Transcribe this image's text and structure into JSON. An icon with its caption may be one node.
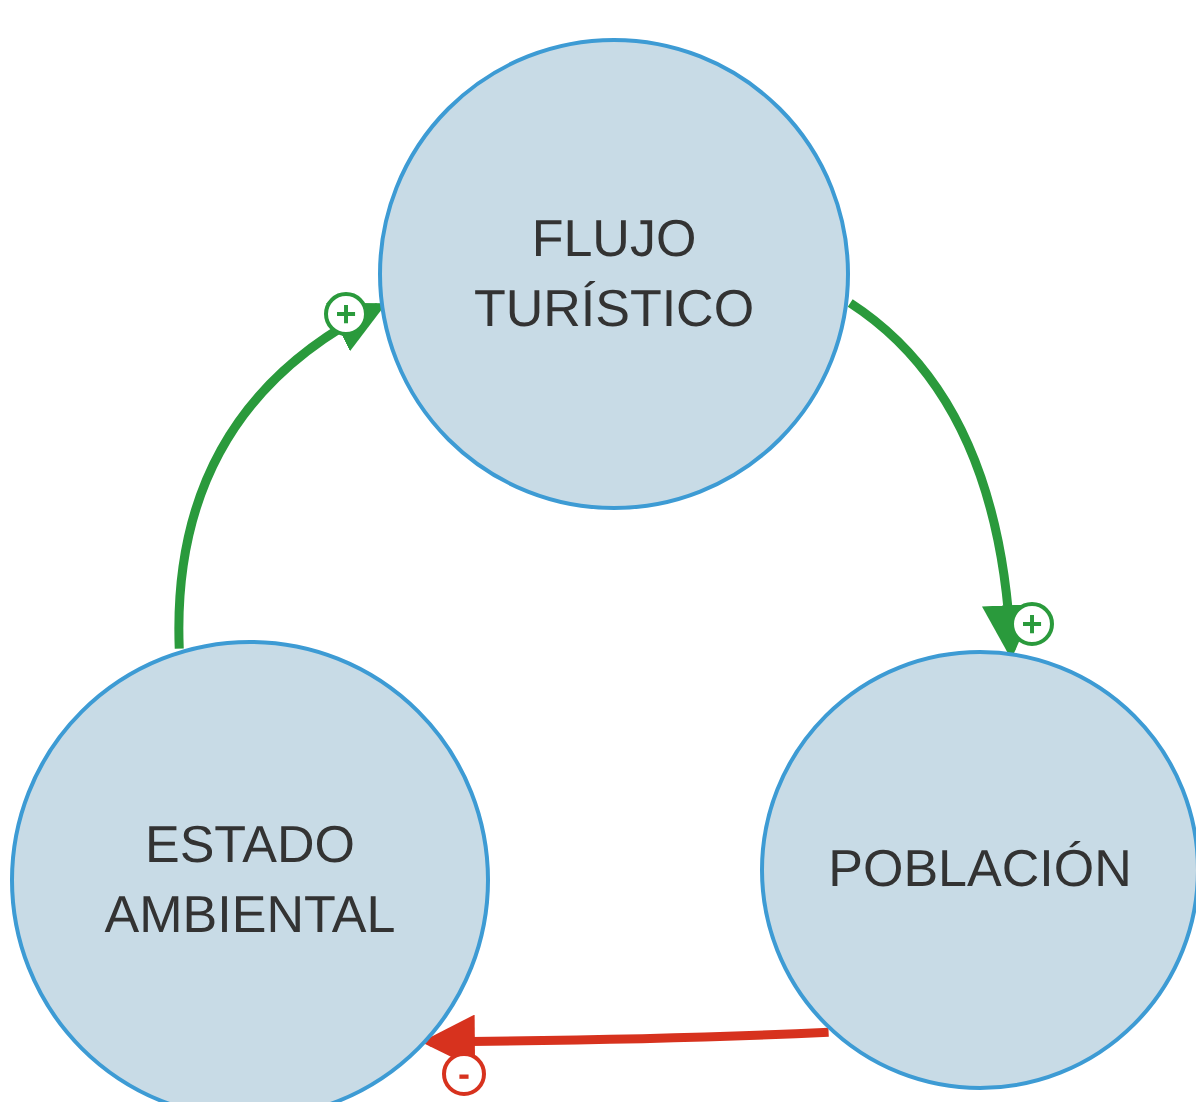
{
  "diagram": {
    "nodes": [
      {
        "text": [
          "FLUJO TURÍSTICO"
        ]
      },
      {
        "text": [
          "ESTADO AMBIENTAL"
        ]
      },
      {
        "text": [
          "POBLACIÓN"
        ]
      }
    ],
    "edges": [
      {
        "from": 1,
        "to": 0,
        "arrow": "to",
        "label": "+"
      },
      {
        "from": 0,
        "to": 2,
        "arrow": "to",
        "label": "+"
      },
      {
        "from": 2,
        "to": 1,
        "arrow": "to",
        "label": "-",
        "color": "#d7321e"
      }
    ]
  }
}
